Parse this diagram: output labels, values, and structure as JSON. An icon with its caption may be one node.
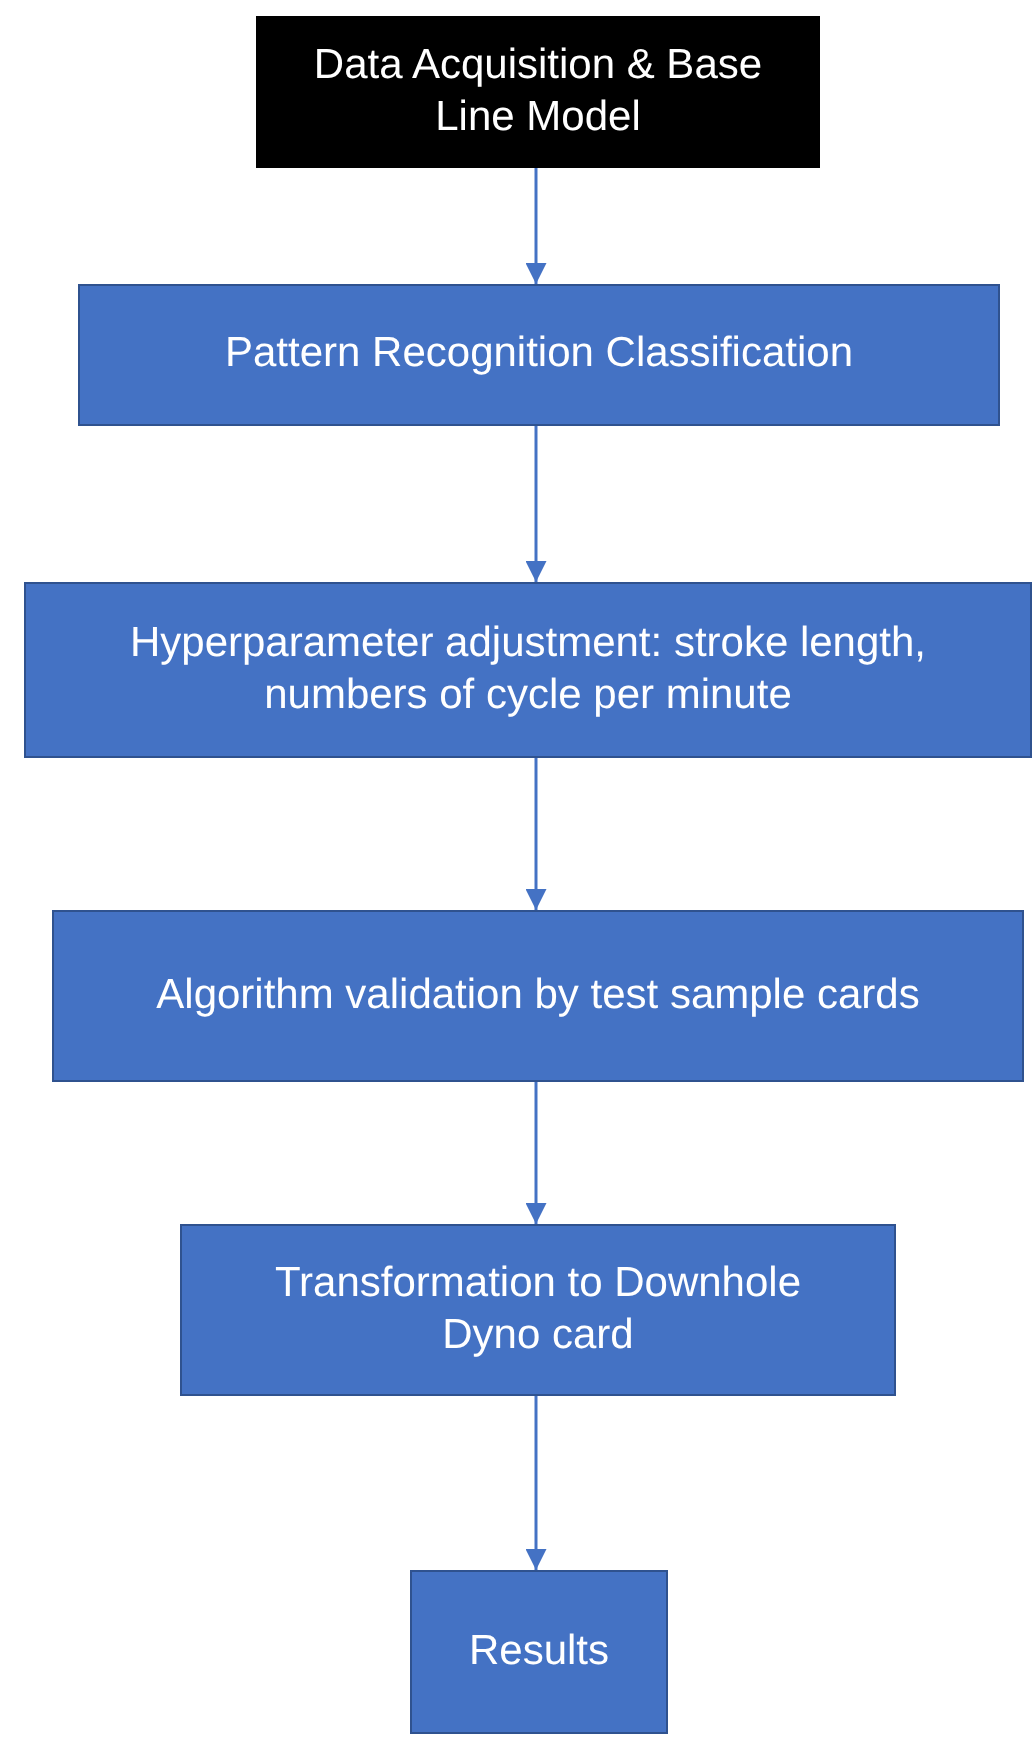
{
  "diagram": {
    "nodes": [
      {
        "text": [
          "Data Acquisition & Base Line Model"
        ]
      },
      {
        "text": [
          "Pattern Recognition Classification"
        ]
      },
      {
        "text": [
          "Hyperparameter adjustment: stroke length, numbers of cycle per minute"
        ]
      },
      {
        "text": [
          "Algorithm validation by test sample cards"
        ]
      },
      {
        "text": [
          "Transformation to Downhole Dyno card"
        ]
      },
      {
        "text": [
          "Results"
        ]
      }
    ],
    "edges": [
      {
        "from": 0,
        "to": 1,
        "arrow": "to"
      },
      {
        "from": 1,
        "to": 2,
        "arrow": "to"
      },
      {
        "from": 2,
        "to": 3,
        "arrow": "to"
      },
      {
        "from": 3,
        "to": 4,
        "arrow": "to"
      },
      {
        "from": 4,
        "to": 5,
        "arrow": "to"
      }
    ]
  }
}
